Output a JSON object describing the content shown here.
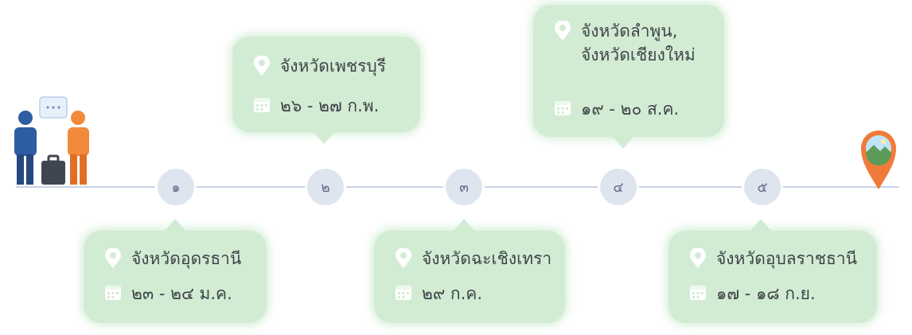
{
  "colors": {
    "card_bg": "#d2ecd4",
    "line": "#c9d3e6",
    "stop_bg": "#dfe5ef",
    "stop_text": "#5d6b85",
    "text": "#3f4448",
    "icon": "#ffffff",
    "destination_pin": "#f07a3a"
  },
  "icons": {
    "start": "travelers-icon",
    "location": "map-pin-icon",
    "date": "calendar-icon",
    "end": "destination-pin-icon"
  },
  "stops": [
    {
      "number": "๑",
      "place": "จังหวัดอุดรธานี",
      "dates": "๒๓ - ๒๔ ม.ค."
    },
    {
      "number": "๒",
      "place": "จังหวัดเพชรบุรี",
      "dates": "๒๖ - ๒๗ ก.พ."
    },
    {
      "number": "๓",
      "place": "จังหวัดฉะเชิงเทรา",
      "dates": "๒๙ ก.ค."
    },
    {
      "number": "๔",
      "place": "จังหวัดลำพูน,\nจังหวัดเชียงใหม่",
      "dates": "๑๙ - ๒๐ ส.ค."
    },
    {
      "number": "๕",
      "place": "จังหวัดอุบลราชธานี",
      "dates": "๑๗ - ๑๘ ก.ย."
    }
  ]
}
